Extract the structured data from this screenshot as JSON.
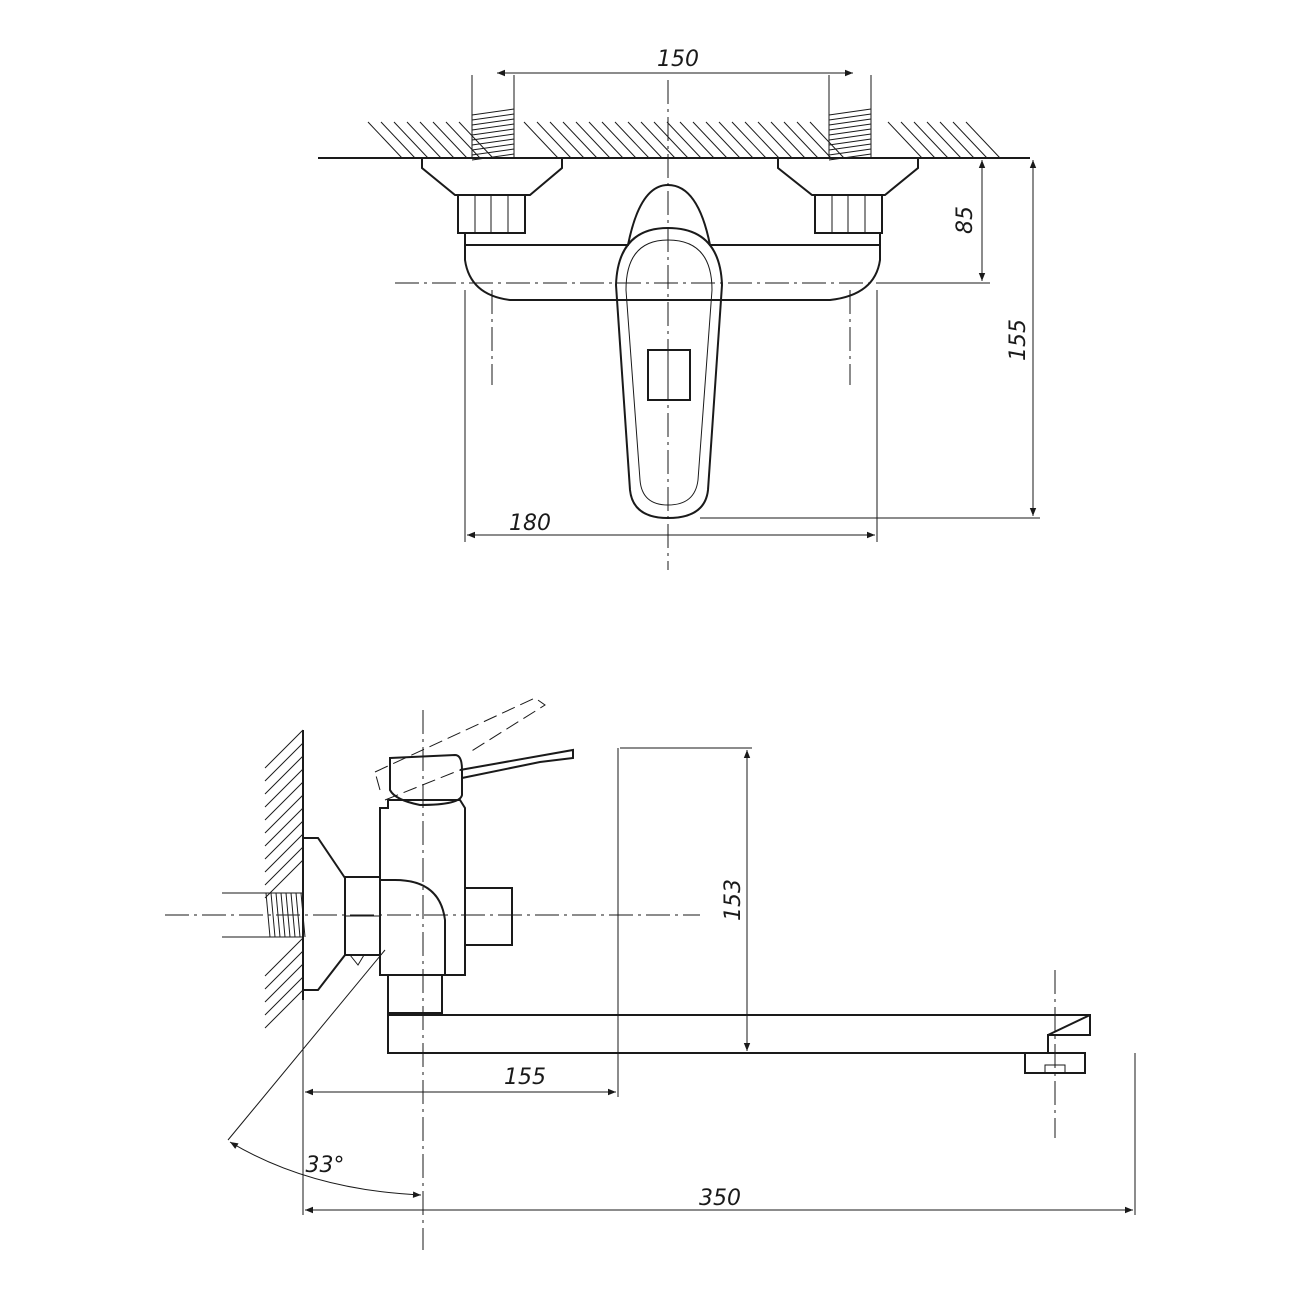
{
  "drawing": {
    "top_view": {
      "dim_pipe_spacing": "150",
      "dim_outlet_depth": "85",
      "dim_total_depth": "155",
      "dim_width": "180"
    },
    "side_view": {
      "dim_height": "153",
      "dim_lever_offset": "155",
      "dim_angle": "33°",
      "dim_spout_length": "350"
    },
    "line_color": "#1a1a1a"
  }
}
